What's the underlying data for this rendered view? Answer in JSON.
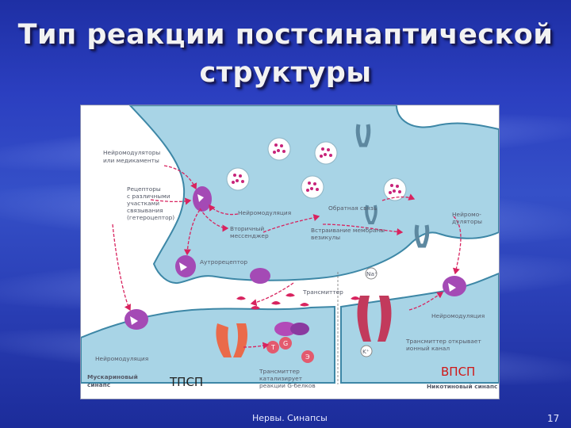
{
  "slide": {
    "title_line1": "Тип реакции постсинаптической",
    "title_line2": "структуры",
    "footer_text": "Нервы. Синапсы",
    "page_number": "17"
  },
  "diagram": {
    "labels": {
      "neuromodulators_drugs_1": "Нейромодуляторы",
      "neuromodulators_drugs_2": "или медикаменты",
      "receptors_1": "Рецепторы",
      "receptors_2": "с различными",
      "receptors_3": "участками",
      "receptors_4": "связывания",
      "receptors_5": "(гетероцептор)",
      "neuromodulation_top": "Нейромодуляция",
      "feedback": "Обратная связь",
      "neuromodulators_right_1": "Нейромо-",
      "neuromodulators_right_2": "дуляторы",
      "second_messenger_1": "Вторичный",
      "second_messenger_2": "мессенджер",
      "vesicle_fusion_1": "Встраивание мембраны",
      "vesicle_fusion_2": "везикулы",
      "autoreceptor": "Аутрорецептор",
      "na_ion": "Na⁺",
      "transmitter": "Трансмиттер",
      "neuromodulation_right": "Нейромодуляция",
      "transmitter_opens_1": "Трансмиттер открывает",
      "transmitter_opens_2": "ионный канал",
      "k_ion": "K⁺",
      "neuromodulation_bottom": "Нейромодуляция",
      "muscarinic_1": "Мускариновый",
      "muscarinic_2": "синапс",
      "transmitter_catalyzes_1": "Трансмиттер",
      "transmitter_catalyzes_2": "катализирует",
      "transmitter_catalyzes_3": "реакции G-белков",
      "nicotinic": "Никотиновый синапс",
      "protein_t": "T",
      "protein_g": "G",
      "protein_e": "Э",
      "tpsp": "ТПСП",
      "vpsp": "ВПСП"
    },
    "colors": {
      "cell_fill": "#a8d4e6",
      "cell_stroke": "#3d87a6",
      "arrow": "#d8235f",
      "receptor": "#a44ab5",
      "channel": "#ea4f5a",
      "ion_channel": "#c23a5c",
      "vesicle_dot": "#c8247a"
    }
  }
}
